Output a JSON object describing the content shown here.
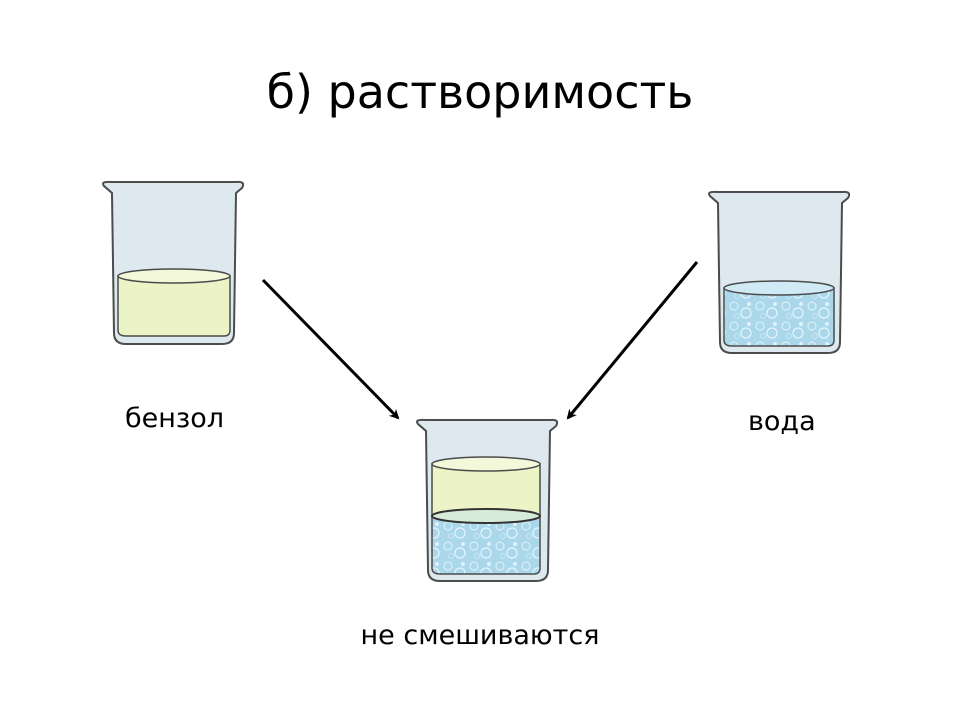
{
  "title": {
    "prefix": "б)",
    "text": "растворимость"
  },
  "labels": {
    "benzene": "бензол",
    "water": "вода",
    "result": "не смешиваются"
  },
  "colors": {
    "glass": "#dbe9ee",
    "glass_outline": "#4c4c4c",
    "benzene": "#ecf3c6",
    "water": "#a8d7ea",
    "arrow": "#000000"
  },
  "icons": {
    "left_beaker": "beaker-benzene-icon",
    "right_beaker": "beaker-water-icon",
    "result_beaker": "beaker-two-layers-icon",
    "arrows": "arrow-icon"
  }
}
